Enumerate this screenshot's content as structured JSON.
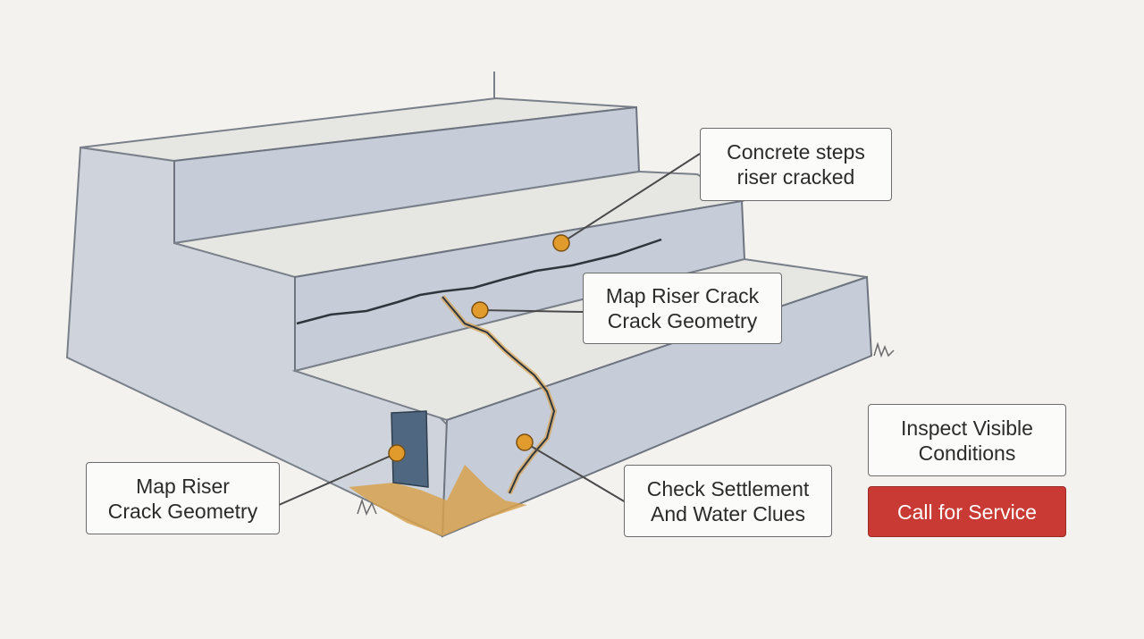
{
  "callouts": {
    "riser_cracked": {
      "line1": "Concrete steps",
      "line2": "riser cracked"
    },
    "crack_geometry_upper": {
      "line1": "Map Riser Crack",
      "line2": "Crack Geometry"
    },
    "crack_geometry_lower": {
      "line1": "Map Riser",
      "line2": "Crack Geometry"
    },
    "settlement": {
      "line1": "Check Settlement",
      "line2": "And Water Clues"
    }
  },
  "actions": {
    "inspect": {
      "line1": "Inspect Visible",
      "line2": "Conditions"
    },
    "call": {
      "label": "Call for Service"
    }
  },
  "colors": {
    "concrete": "#c6cdd8",
    "tread": "#e6e6e3",
    "soil": "#d7a24f",
    "marker": "#e19a2c",
    "accent": "#c83a33"
  }
}
